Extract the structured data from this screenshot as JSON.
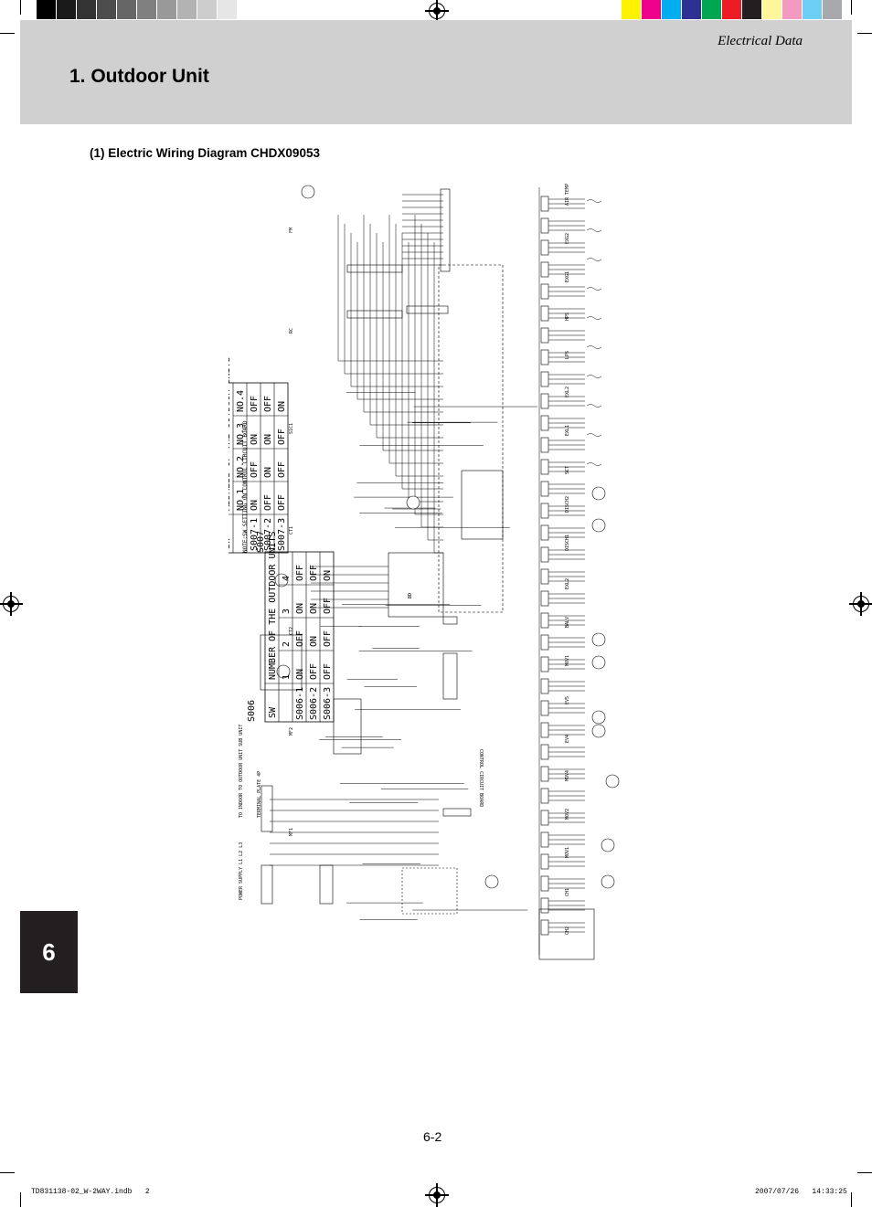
{
  "print_marks": {
    "gray_swatches": [
      "#000000",
      "#1a1a1a",
      "#333333",
      "#4d4d4d",
      "#666666",
      "#808080",
      "#999999",
      "#b3b3b3",
      "#cccccc",
      "#e6e6e6",
      "#ffffff"
    ],
    "color_swatches": [
      "#fff200",
      "#ec008c",
      "#00aeef",
      "#2e3192",
      "#00a651",
      "#ed1c24",
      "#231f20",
      "#fff799",
      "#f49ac1",
      "#6dcff6",
      "#a7a9ac"
    ]
  },
  "header": {
    "section_label": "Electrical Data",
    "title": "1. Outdoor Unit",
    "background": "#d0d0d0"
  },
  "subheading": "(1) Electric Wiring Diagram CHDX09053",
  "chapter_tab": {
    "number": "6",
    "color": "#231f20"
  },
  "diagram": {
    "note": "NOTE:SW SETTING ON CONTROL CIRCUIT BOARD",
    "s006": {
      "title": "S006",
      "header": [
        "SW",
        "NUMBER OF THE OUTDOOR UNITS"
      ],
      "cols": [
        "1",
        "2",
        "3",
        "4"
      ],
      "rows": [
        {
          "sw": "S006-1",
          "vals": [
            "ON",
            "OFF",
            "ON",
            "OFF"
          ]
        },
        {
          "sw": "S006-2",
          "vals": [
            "OFF",
            "ON",
            "ON",
            "OFF"
          ]
        },
        {
          "sw": "S006-3",
          "vals": [
            "OFF",
            "OFF",
            "OFF",
            "ON"
          ]
        }
      ]
    },
    "s007": {
      "title": "S007",
      "header": [
        "SW",
        "ADDRESS OF THE OUTDOOR UNITS"
      ],
      "cols": [
        "NO.1",
        "NO.2",
        "NO.3",
        "NO.4"
      ],
      "rows": [
        {
          "sw": "S007-1",
          "vals": [
            "ON",
            "OFF",
            "ON",
            "OFF"
          ]
        },
        {
          "sw": "S007-2",
          "vals": [
            "OFF",
            "ON",
            "ON",
            "OFF"
          ]
        },
        {
          "sw": "S007-3",
          "vals": [
            "OFF",
            "OFF",
            "OFF",
            "ON"
          ]
        }
      ]
    },
    "board_label": "CONTROL CIRCUIT BOARD",
    "bd_label": "BD",
    "terminal_label": "TERMINAL PLATE 4P",
    "indoor_label": "TO INDOOR TO OUTDOOR UNIT    SUB UNIT",
    "power_label": "POWER SUPPLY L1 L2 L3",
    "right_labels": [
      "AIR TEMP",
      "EXG2",
      "EXG1",
      "HPS",
      "LPS",
      "EXL2",
      "EXL1",
      "SCT",
      "DISCH2",
      "DISCH1",
      "EXL2",
      "BALV",
      "MOV1",
      "EV5",
      "EV4",
      "MOV4",
      "MOV2",
      "MOV1",
      "CH1",
      "CH2"
    ],
    "left_labels": [
      "FM",
      "RC",
      "S1C1",
      "CT1",
      "CT2",
      "MF2",
      "MF1"
    ]
  },
  "page_number": "6-2",
  "slug": {
    "file": "TD831138-02_W-2WAY.indb   2",
    "date": "2007/07/26   14:33:25"
  }
}
